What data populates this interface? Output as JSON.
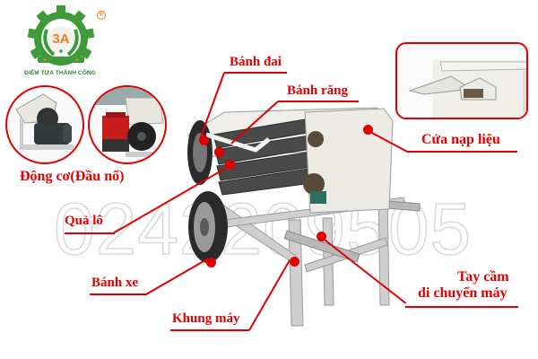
{
  "logo": {
    "badge_text": "3A",
    "tagline": "ĐIỂM TỰA THÀNH CÔNG",
    "registered_mark": "®",
    "colors": {
      "gear": "#3f9b3a",
      "badge": "#e67e22",
      "text": "#2e7d32"
    }
  },
  "watermark": {
    "text": "0242209505"
  },
  "labels": {
    "banh_dai": "Bánh đai",
    "banh_rang": "Bánh răng",
    "dong_co": "Động cơ(Đầu nổ)",
    "cua_nap_lieu": "Cửa nạp liệu",
    "qua_lo": "Quả lô",
    "banh_xe": "Bánh xe",
    "khung_may": "Khung máy",
    "tay_cam_line1": "Tay cầm",
    "tay_cam_line2": "di chuyển máy"
  },
  "colors": {
    "accent": "#e10000",
    "machine_body": "#ecebe6",
    "frame": "#c8c8c8",
    "roller": "#4a4a4a",
    "engine_red": "#c81d1d",
    "motor": "#2f3b3b"
  }
}
